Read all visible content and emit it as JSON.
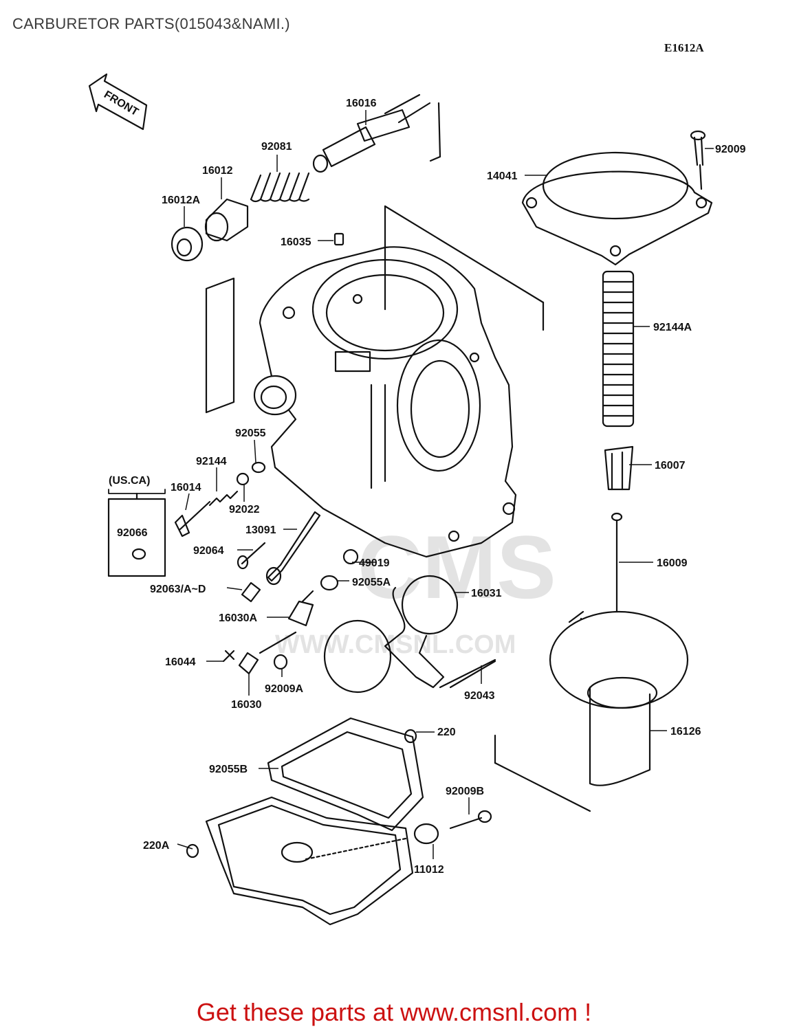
{
  "header": {
    "title": "CARBURETOR PARTS(015043&NAMI.)",
    "diagram_code": "E1612A"
  },
  "direction_arrow": {
    "label": "FRONT"
  },
  "variant_box": {
    "label": "(US.CA)"
  },
  "watermark": {
    "brand": "CMS",
    "url": "WWW.CMSNL.COM"
  },
  "parts": [
    {
      "id": "16016"
    },
    {
      "id": "92081"
    },
    {
      "id": "16012"
    },
    {
      "id": "16012A"
    },
    {
      "id": "16035"
    },
    {
      "id": "92009"
    },
    {
      "id": "14041"
    },
    {
      "id": "92144A"
    },
    {
      "id": "16007"
    },
    {
      "id": "16009"
    },
    {
      "id": "16126"
    },
    {
      "id": "92055"
    },
    {
      "id": "92144"
    },
    {
      "id": "16014"
    },
    {
      "id": "92022"
    },
    {
      "id": "92066"
    },
    {
      "id": "13091"
    },
    {
      "id": "92064"
    },
    {
      "id": "49019"
    },
    {
      "id": "92055A"
    },
    {
      "id": "92063/A~D"
    },
    {
      "id": "16031"
    },
    {
      "id": "16030A"
    },
    {
      "id": "16044"
    },
    {
      "id": "92009A"
    },
    {
      "id": "16030"
    },
    {
      "id": "92043"
    },
    {
      "id": "220"
    },
    {
      "id": "92055B"
    },
    {
      "id": "92009B"
    },
    {
      "id": "220A"
    },
    {
      "id": "11012"
    }
  ],
  "footer": {
    "cta": "Get these parts at www.cmsnl.com !"
  },
  "colors": {
    "footer_text": "#cc1111",
    "line_art": "#111111",
    "watermark": "#e3e3e3"
  }
}
